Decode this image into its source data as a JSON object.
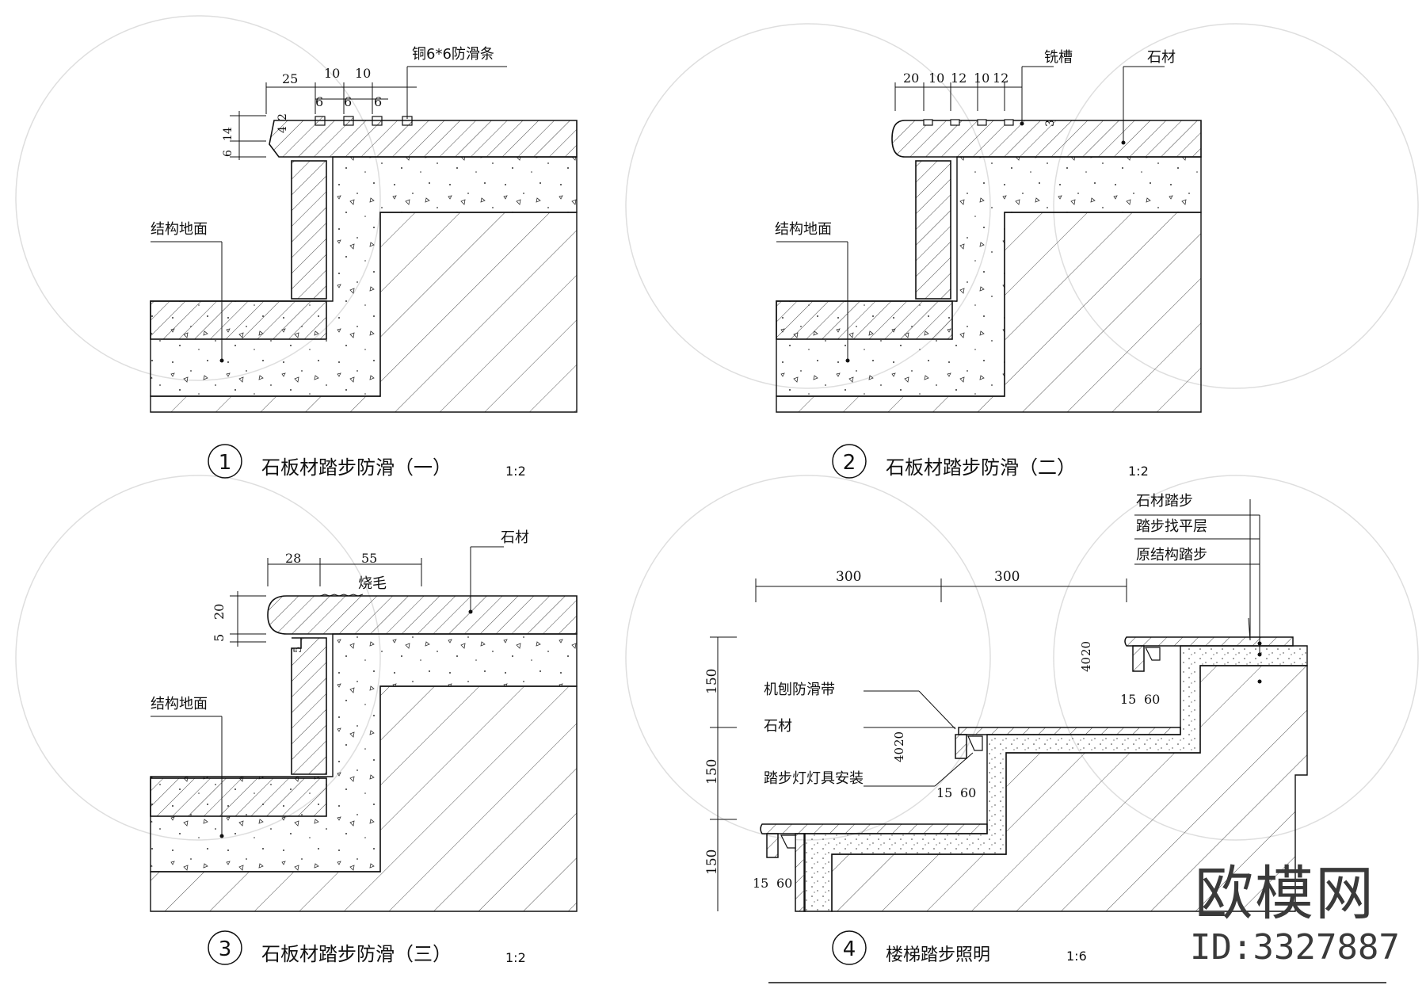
{
  "details": [
    {
      "num": "1",
      "title": "石板材踏步防滑（一）",
      "scale": "1:2",
      "labels": {
        "strip": "铜6*6防滑条",
        "ground": "结构地面"
      },
      "dims": {
        "d25": "25",
        "d10a": "10",
        "d10b": "10",
        "d6a": "6",
        "d6b": "6",
        "d6c": "6",
        "d4": "4",
        "d2": "2",
        "d14": "14",
        "d6v": "6"
      }
    },
    {
      "num": "2",
      "title": "石板材踏步防滑（二）",
      "scale": "1:2",
      "labels": {
        "groove": "铣槽",
        "stone": "石材",
        "ground": "结构地面"
      },
      "dims": {
        "d20": "20",
        "d10a": "10",
        "d12a": "12",
        "d10b": "10",
        "d12b": "12",
        "d3": "3"
      }
    },
    {
      "num": "3",
      "title": "石板材踏步防滑（三）",
      "scale": "1:2",
      "labels": {
        "flamed": "烧毛",
        "stone": "石材",
        "ground": "结构地面"
      },
      "dims": {
        "d28": "28",
        "d55": "55",
        "d20": "20",
        "d5": "5",
        "d5b": "5"
      }
    },
    {
      "num": "4",
      "title": "楼梯踏步照明",
      "scale": "1:6",
      "labels": {
        "strip": "机刨防滑带",
        "stone": "石材",
        "light": "踏步灯灯具安装",
        "tread": "石材踏步",
        "level": "踏步找平层",
        "orig": "原结构踏步"
      },
      "dims": {
        "d300a": "300",
        "d300b": "300",
        "d150a": "150",
        "d150b": "150",
        "d150c": "150",
        "d40a": "40",
        "d20a": "20",
        "d40b": "40",
        "d20b": "20",
        "d15a": "15",
        "d60a": "60",
        "d15b": "15",
        "d60b": "60",
        "d15c": "15",
        "d60c": "60"
      }
    }
  ],
  "watermark": {
    "brand": "欧模网",
    "id": "ID:3327887"
  },
  "colors": {
    "line": "#111111",
    "hatch": "#444444",
    "wm": "#c8c8c8"
  }
}
